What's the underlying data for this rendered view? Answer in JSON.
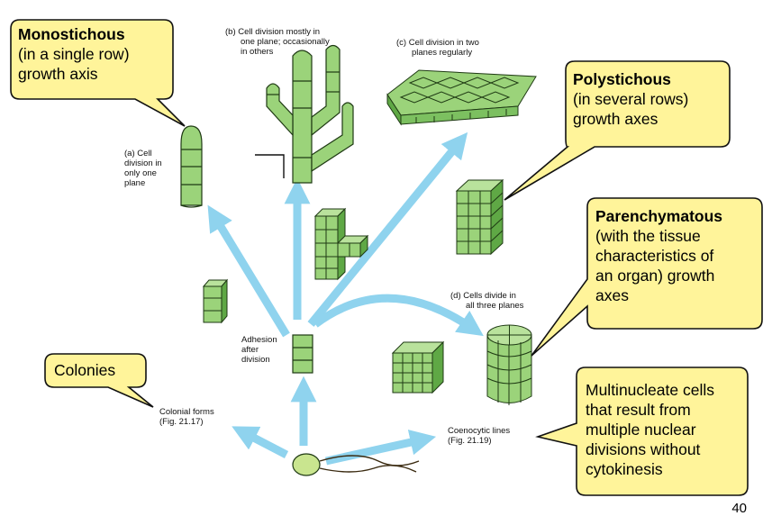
{
  "callouts": {
    "monostichous": {
      "title": "Monostichous",
      "lines": [
        "(in a single row)",
        "growth axis"
      ]
    },
    "polystichous": {
      "title": "Polystichous",
      "lines": [
        "(in several rows)",
        "growth axes"
      ]
    },
    "parenchymatous": {
      "title": "Parenchymatous",
      "lines": [
        "(with the tissue",
        "characteristics of",
        "an organ) growth",
        "axes"
      ]
    },
    "colonies": {
      "text": "Colonies"
    },
    "multinucleate": {
      "lines": [
        "Multinucleate cells",
        "that result from",
        "multiple nuclear",
        "divisions without",
        "cytokinesis"
      ]
    }
  },
  "labels": {
    "a": [
      "(a) Cell",
      "division in",
      "only one",
      "plane"
    ],
    "b": [
      "(b) Cell division mostly in",
      "one plane; occasionally",
      "in others"
    ],
    "c": [
      "(c) Cell division in two",
      "planes regularly"
    ],
    "d": [
      "(d) Cells divide in",
      "all three planes"
    ],
    "adhesion": [
      "Adhesion",
      "after",
      "division"
    ],
    "colonial": [
      "Colonial forms",
      "(Fig. 21.17)"
    ],
    "coenocytic": [
      "Coenocytic lines",
      "(Fig. 21.19)"
    ]
  },
  "page_number": "40",
  "colors": {
    "callout_fill": "#FFF49A",
    "callout_stroke": "#111111",
    "arrow": "#8FD3EE",
    "cell_fill": "#9BD37A",
    "cell_dark": "#5FA845",
    "cell_stroke": "#1F3A14"
  }
}
